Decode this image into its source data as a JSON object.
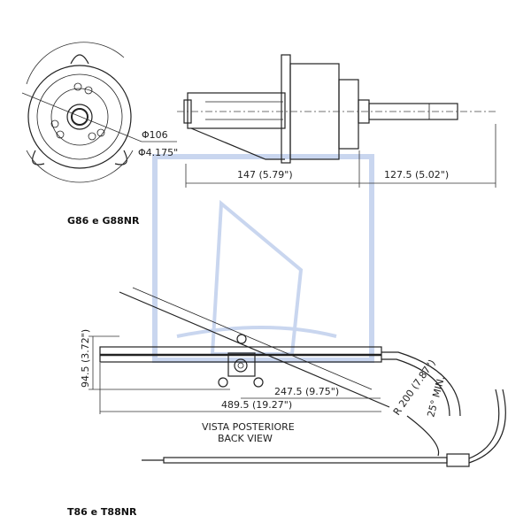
{
  "top_view": {
    "diameter_mm": "Φ106",
    "diameter_in": "Φ4.175\"",
    "dim_body": "147 (5.79\")",
    "dim_shaft": "127.5 (5.02\")",
    "model_label": "G86 e G88NR"
  },
  "bottom_view": {
    "dim_height": "94.5 (3.72\")",
    "dim_half": "247.5 (9.75\")",
    "dim_total": "489.5 (19.27\")",
    "dim_radius": "R 200 (7.87\")",
    "dim_angle": "25° MIN.",
    "view_label_it": "VISTA POSTERIORE",
    "view_label_en": "BACK VIEW",
    "model_label": "T86 e T88NR"
  },
  "colors": {
    "watermark": "#c9d6ef",
    "line": "#222222"
  }
}
